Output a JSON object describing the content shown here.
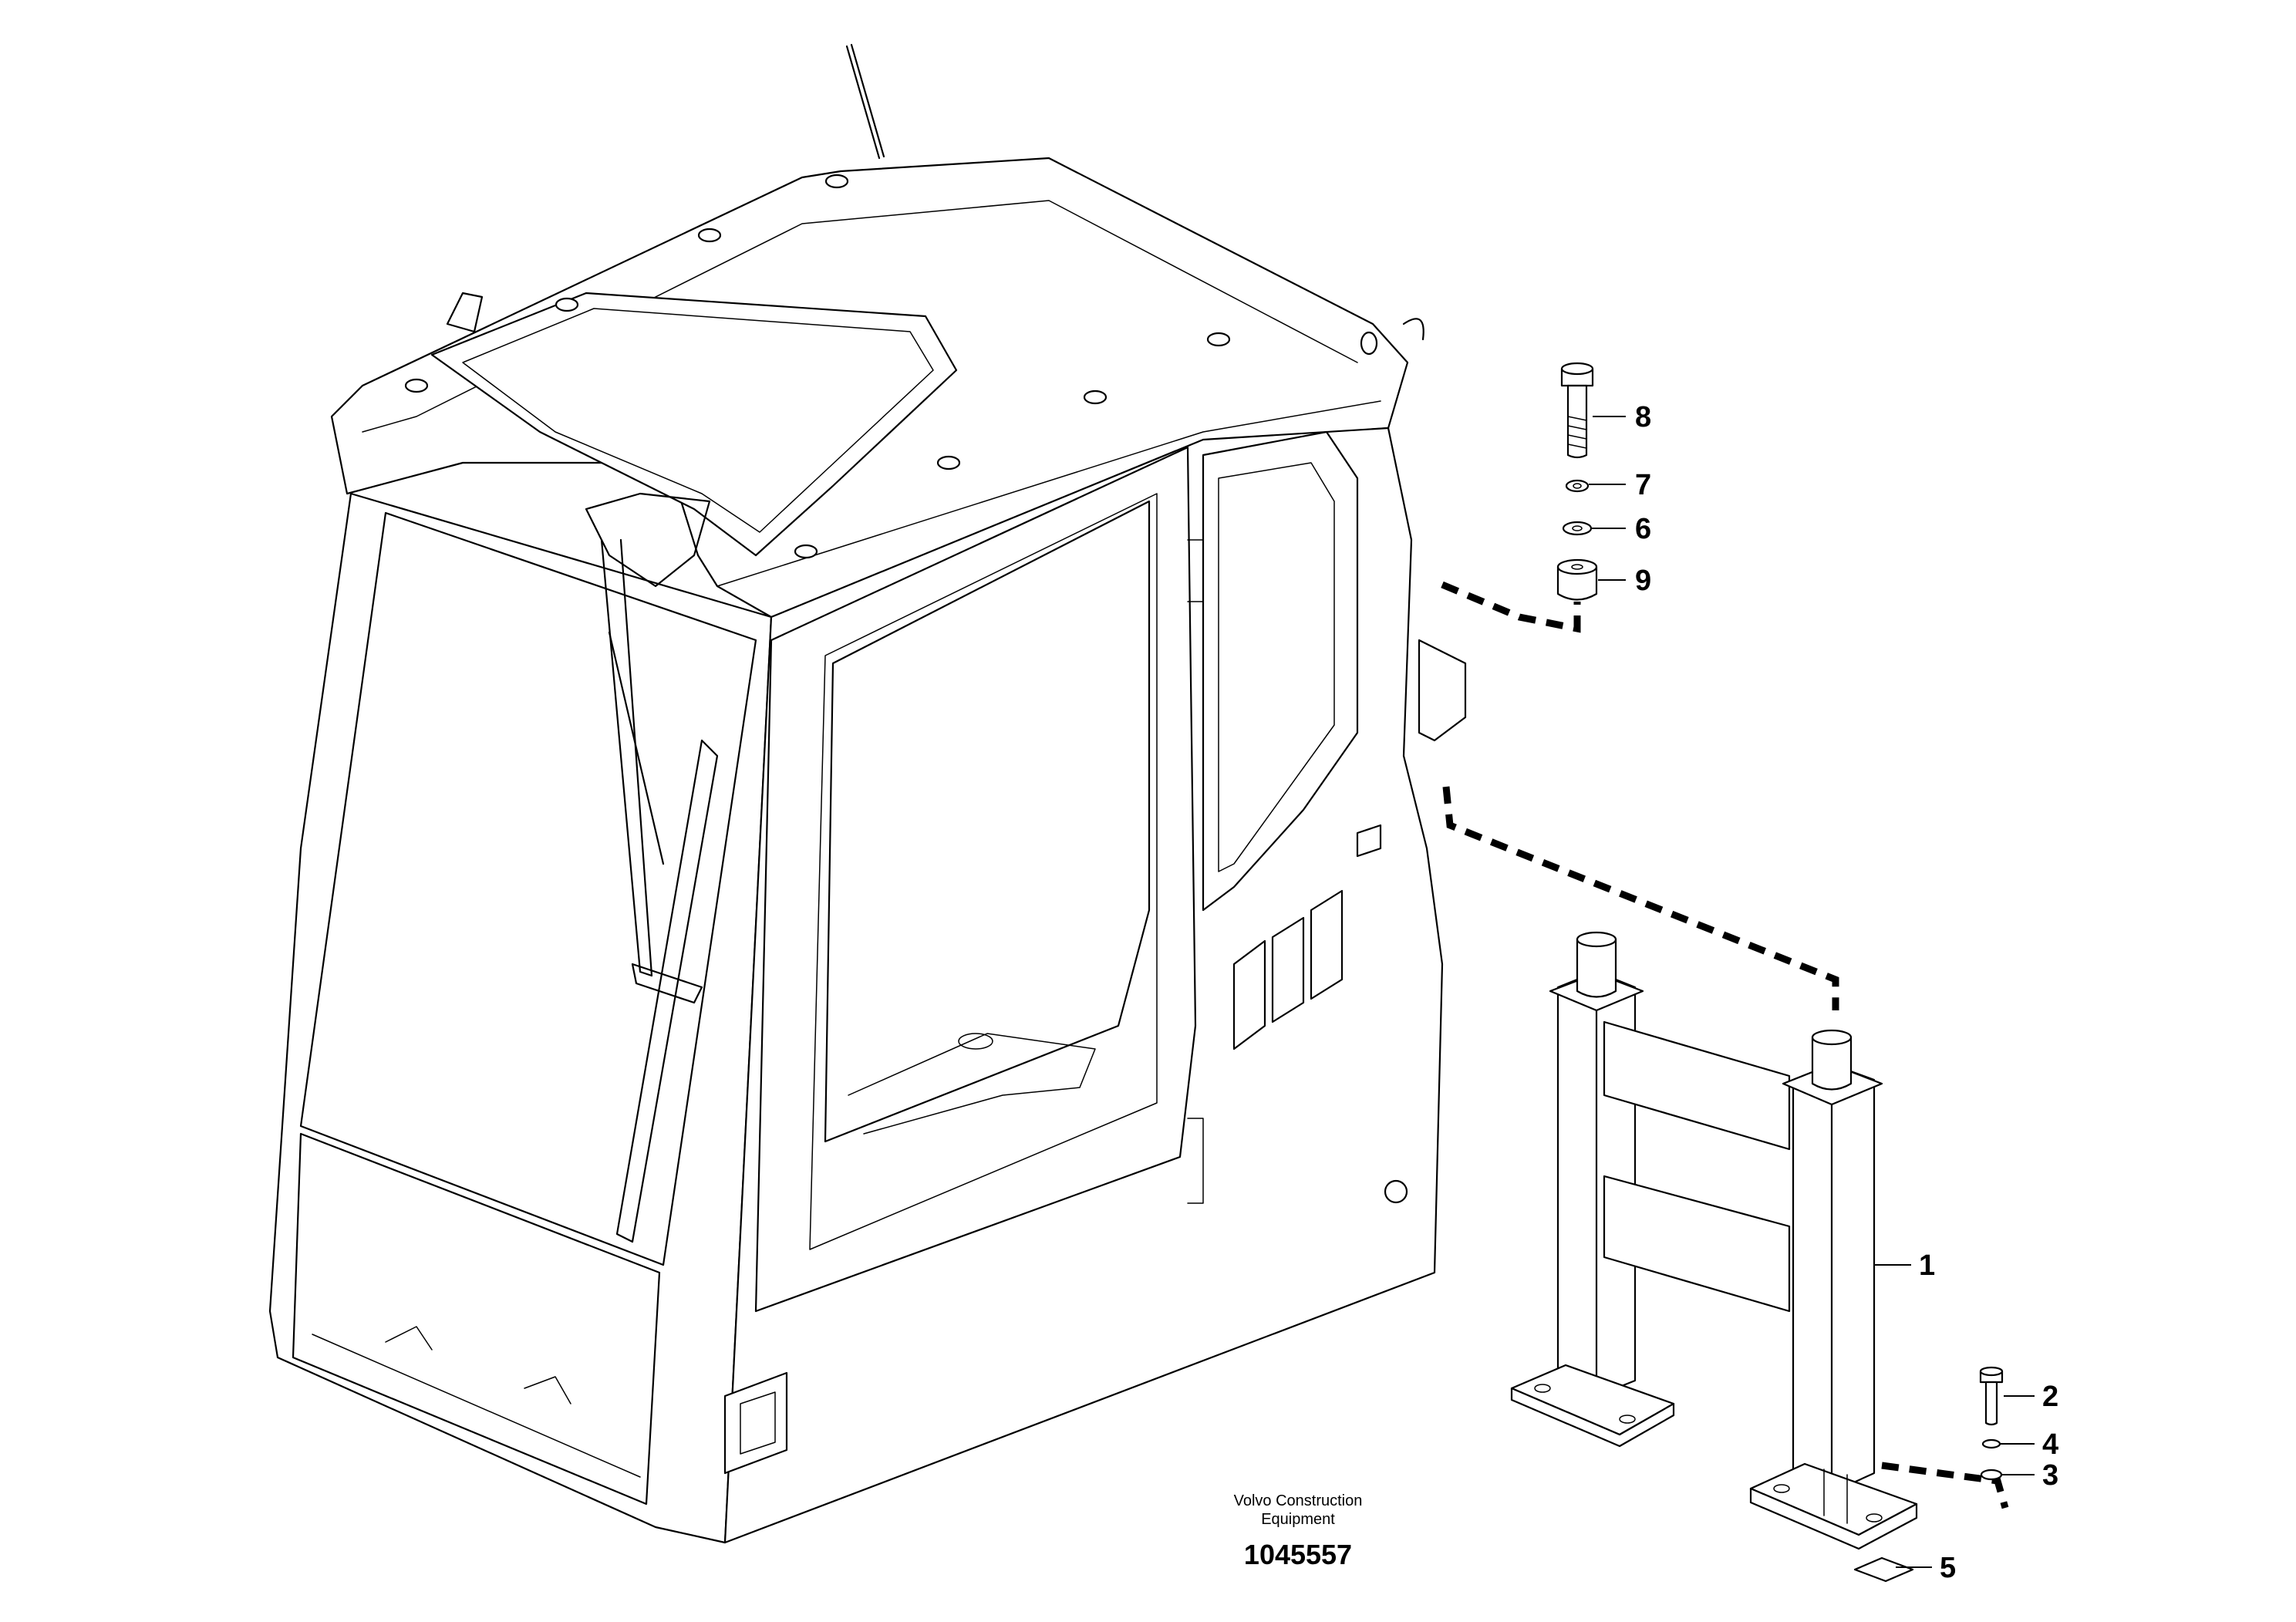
{
  "caption": {
    "company_line1": "Volvo Construction",
    "company_line2": "Equipment",
    "drawing_number": "1045557"
  },
  "callouts": {
    "p1": "1",
    "p2": "2",
    "p3": "3",
    "p4": "4",
    "p5": "5",
    "p6": "6",
    "p7": "7",
    "p8": "8",
    "p9": "9"
  }
}
